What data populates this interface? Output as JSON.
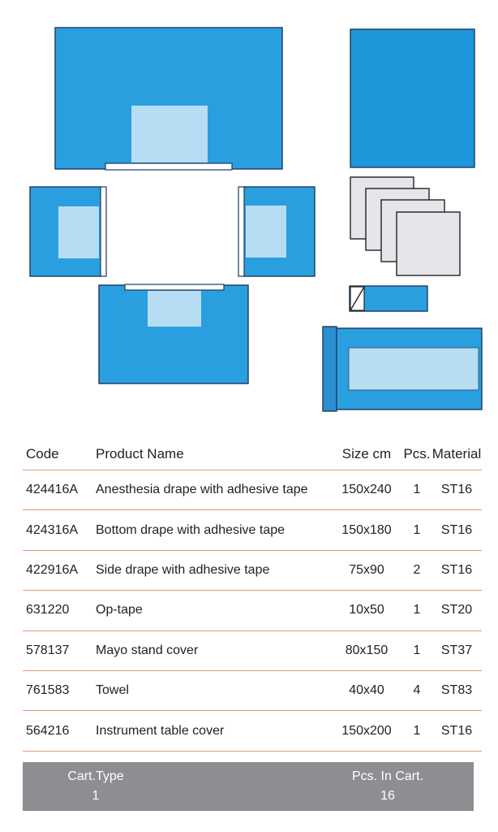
{
  "table": {
    "headers": {
      "code": "Code",
      "name": "Product Name",
      "size": "Size cm",
      "pcs": "Pcs.",
      "material": "Material"
    },
    "rows": [
      {
        "code": "424416A",
        "name": "Anesthesia drape with adhesive tape",
        "size": "150x240",
        "pcs": "1",
        "material": "ST16"
      },
      {
        "code": "424316A",
        "name": "Bottom drape with adhesive tape",
        "size": "150x180",
        "pcs": "1",
        "material": "ST16"
      },
      {
        "code": "422916A",
        "name": "Side drape with adhesive tape",
        "size": "75x90",
        "pcs": "2",
        "material": "ST16"
      },
      {
        "code": "631220",
        "name": "Op-tape",
        "size": "10x50",
        "pcs": "1",
        "material": "ST20"
      },
      {
        "code": "578137",
        "name": "Mayo stand cover",
        "size": "80x150",
        "pcs": "1",
        "material": "ST37"
      },
      {
        "code": "761583",
        "name": "Towel",
        "size": "40x40",
        "pcs": "4",
        "material": "ST83"
      },
      {
        "code": "564216",
        "name": "Instrument table cover",
        "size": "150x200",
        "pcs": "1",
        "material": "ST16"
      }
    ]
  },
  "cart": {
    "type_label": "Cart.Type",
    "type_value": "1",
    "pcs_label": "Pcs. In Cart.",
    "pcs_value": "16"
  },
  "colors": {
    "drape_blue": "#2a9fe0",
    "divider": "#e39a78",
    "cart_bar": "#8e8e92"
  }
}
